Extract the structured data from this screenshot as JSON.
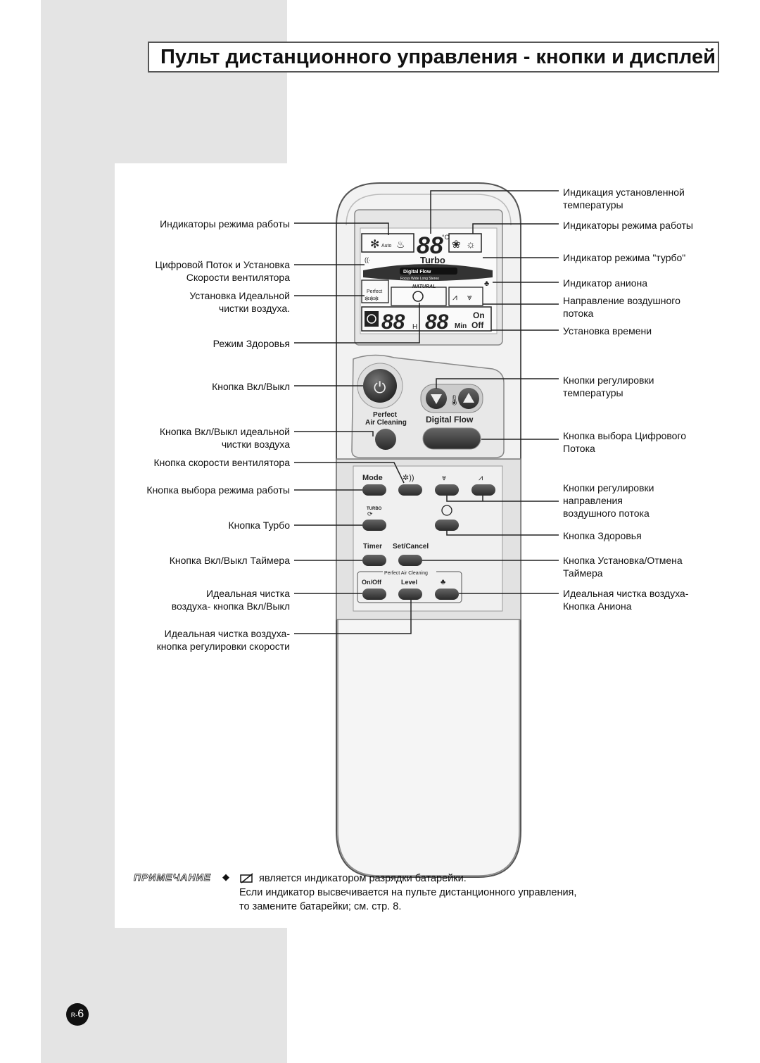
{
  "title": "Пульт дистанционного управления - кнопки и дисплей",
  "labels_left": [
    "Индикаторы режима работы",
    "Цифровой Поток и Установка",
    "Скорости вентилятора",
    "Установка Идеальной",
    "чистки воздуха.",
    "Режим Здоровья",
    "Кнопка Вкл/Выкл",
    "Кнопка Вкл/Выкл идеальной",
    "чистки воздуха",
    "Кнопка скорости вентилятора",
    "Кнопка выбора режима работы",
    "Кнопка Турбо",
    "Кнопка Вкл/Выкл Таймера",
    "Идеальная чистка",
    "воздуха- кнопка Вкл/Выкл",
    "Идеальная чистка воздуха-",
    "кнопка регулировки скорости"
  ],
  "labels_right": [
    "Индикация установленной",
    "температуры",
    "Индикаторы режима работы",
    "Индикатор режима \"турбо\"",
    "Индикатор аниона",
    "Направление воздушного",
    "потока",
    "Установка времени",
    "Кнопки регулировки",
    "температуры",
    "Кнопка выбора Цифрового",
    "Потока",
    "Кнопки регулировки",
    "направления",
    "воздушного потока",
    "Кнопка Здоровья",
    "Кнопка Установка/Отмена",
    "Таймера",
    "Идеальная чистка воздуха-",
    "Кнопка Аниона"
  ],
  "remote": {
    "display": {
      "temp_digits": "88",
      "temp_unit": "°C",
      "turbo": "Turbo",
      "digital_flow": "Digital Flow",
      "digital_flow_sub": "Focus Wide Long Stereo",
      "natural": "NATURAL",
      "perfect": "Perfect",
      "auto": "Auto",
      "hour_digits": "88",
      "hour_unit": "H",
      "min_digits": "88",
      "min_unit": "Min",
      "on": "On",
      "off": "Off"
    },
    "buttons": {
      "perfect_air_cleaning_line1": "Perfect",
      "perfect_air_cleaning_line2": "Air Cleaning",
      "digital_flow": "Digital Flow",
      "mode": "Mode",
      "turbo": "TURBO",
      "timer": "Timer",
      "set_cancel": "Set/Cancel",
      "pac_group": "Perfect Air Cleaning",
      "on_off": "On/Off",
      "level": "Level"
    }
  },
  "note": {
    "heading": "ПРИМЕЧАНИЕ",
    "bullet": "◆",
    "line1": "является индикатором разрядки батарейки.",
    "line2": "Если индикатор высвечивается на пульте дистанционного управления,",
    "line3": "то замените батарейки; см. стр. 8."
  },
  "page": {
    "prefix": "R-",
    "number": "6"
  },
  "colors": {
    "background_gray": "#e4e4e4",
    "remote_body": "#f2f2f2",
    "button_dark": "#3a3a3a"
  }
}
